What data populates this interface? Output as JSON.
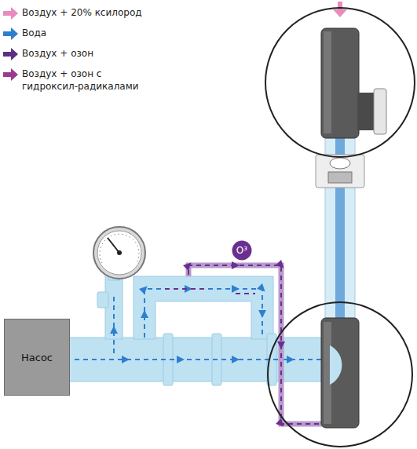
{
  "diagram": {
    "nodes": [
      {
        "text": [
          "Насос"
        ]
      },
      {
        "text": [
          "O³"
        ]
      }
    ],
    "legend": [
      {
        "text": "Воздух + 20% ксилород"
      },
      {
        "text": "Вода"
      },
      {
        "text": "Воздух + озон"
      },
      {
        "text": "Воздух + озон с гидроксил-радикалами"
      }
    ]
  }
}
